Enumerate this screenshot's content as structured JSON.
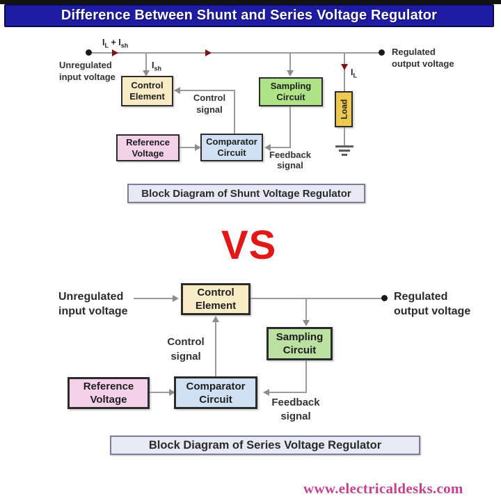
{
  "header": {
    "title": "Difference Between Shunt and Series Voltage Regulator"
  },
  "vs_label": "VS",
  "footer": {
    "url": "www.electricaldesks.com"
  },
  "colors": {
    "title_bar_blue": "#1e1ca3",
    "control_element_cream": "#f8ecc6",
    "sampling_green_shunt": "#aee387",
    "sampling_green_series": "#bcdfa2",
    "reference_pink": "#f3d1e8",
    "comparator_blue": "#cfe0f2",
    "load_gold": "#eec94f",
    "caption_bg": "#e9e9f6",
    "vs_red": "#e21717",
    "footer_pink": "#c3418f",
    "wire_gray": "#9b9b9b",
    "arrow_maroon": "#7c1414"
  },
  "shunt": {
    "caption": "Block Diagram of Shunt Voltage Regulator",
    "input_label": [
      "Unregulated",
      "input voltage"
    ],
    "output_label": [
      "Regulated",
      "output voltage"
    ],
    "bus_current": {
      "i1": "I",
      "sub1": "L",
      "plus": " + ",
      "i2": "I",
      "sub2": "sh"
    },
    "shunt_current": {
      "i": "I",
      "sub": "sh"
    },
    "load_current": {
      "i": "I",
      "sub": "L"
    },
    "boxes": {
      "control_element": [
        "Control",
        "Element"
      ],
      "sampling_circuit": [
        "Sampling",
        "Circuit"
      ],
      "reference_voltage": [
        "Reference",
        "Voltage"
      ],
      "comparator_circuit": [
        "Comparator",
        "Circuit"
      ],
      "load": "Load"
    },
    "signals": {
      "control": [
        "Control",
        "signal"
      ],
      "feedback": [
        "Feedback",
        "signal"
      ]
    }
  },
  "series": {
    "caption": "Block Diagram of Series Voltage Regulator",
    "input_label": [
      "Unregulated",
      "input voltage"
    ],
    "output_label": [
      "Regulated",
      "output voltage"
    ],
    "boxes": {
      "control_element": [
        "Control",
        "Element"
      ],
      "sampling_circuit": [
        "Sampling",
        "Circuit"
      ],
      "reference_voltage": [
        "Reference",
        "Voltage"
      ],
      "comparator_circuit": [
        "Comparator",
        "Circuit"
      ]
    },
    "signals": {
      "control": [
        "Control",
        "signal"
      ],
      "feedback": [
        "Feedback",
        "signal"
      ]
    }
  }
}
